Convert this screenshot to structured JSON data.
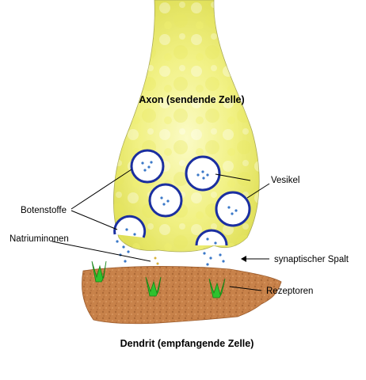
{
  "labels": {
    "axon": "Axon (sendende Zelle)",
    "dendrit": "Dendrit (empfangende Zelle)",
    "vesikel": "Vesikel",
    "botenstoffe": "Botenstoffe",
    "natriumionen": "Natriuminonen",
    "spalt": "synaptischer Spalt",
    "rezeptoren": "Rezeptoren"
  },
  "colors": {
    "axon_fill": "#f4f48a",
    "axon_stroke": "#aaaa55",
    "vesicle_ring": "#1b2fa0",
    "neurotransmitter_dot": "#3a78c8",
    "sodium_dot": "#d8b23a",
    "dendrite_fill": "#c8824a",
    "dendrite_dark": "#9a5a2a",
    "receptor": "#2ec22e",
    "receptor_dark": "#148414"
  }
}
